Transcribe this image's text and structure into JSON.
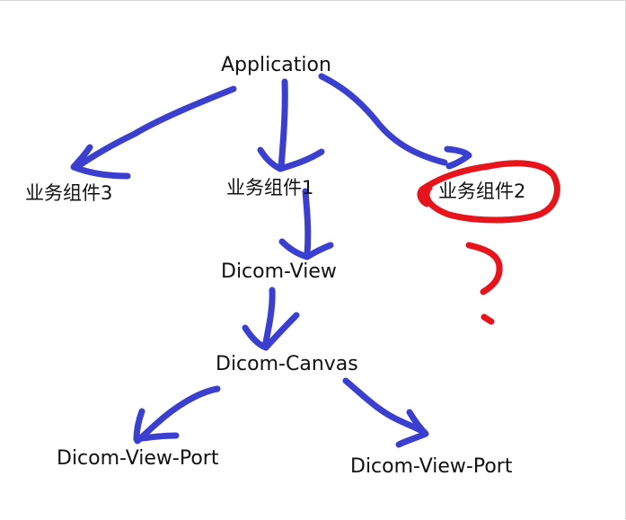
{
  "nodes": {
    "application": "Application",
    "component3": "业务组件3",
    "component1": "业务组件1",
    "component2": "业务组件2",
    "dicom_view": "Dicom-View",
    "dicom_canvas": "Dicom-Canvas",
    "view_port_left": "Dicom-View-Port",
    "view_port_right": "Dicom-View-Port"
  },
  "annotations": {
    "question_mark": "?"
  },
  "colors": {
    "arrow_ink": "#3b3fcf",
    "highlight_ink": "#e8141b",
    "text": "#111111",
    "background": "#ffffff"
  }
}
